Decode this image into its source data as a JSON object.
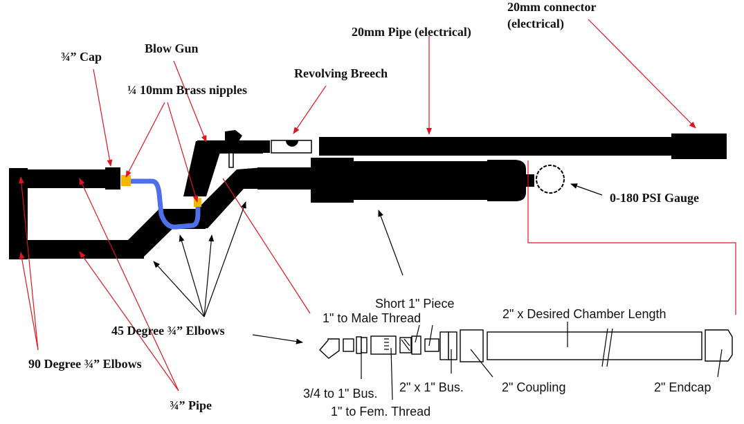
{
  "title": "Pneumatic launcher parts diagram",
  "colors": {
    "pipe": "#000000",
    "hose": "#4f6fe8",
    "nipple": "#f5b800",
    "leader_red": "#e0141e",
    "leader_black": "#000000"
  },
  "labels": {
    "cap": "¾” Cap",
    "blow_gun": "Blow Gun",
    "brass_nipples": "¼ 10mm Brass nipples",
    "revolving_breech": "Revolving Breech",
    "pipe_20mm": "20mm Pipe (electrical)",
    "connector_20mm_line1": "20mm connector",
    "connector_20mm_line2": "(electrical)",
    "gauge": "0-180 PSI Gauge",
    "elbows_45": "45 Degree ¾” Elbows",
    "elbows_90": "90 Degree ¾” Elbows",
    "pipe_34": "¾” Pipe"
  },
  "schematic": {
    "short_piece": "Short 1\" Piece",
    "male_thread": "1\" to Male Thread",
    "chamber": "2\" x Desired Chamber Length",
    "bushing_34": "3/4 to 1\" Bus.",
    "fem_thread": "1\" to Fem. Thread",
    "bushing_2x1": "2\" x 1\" Bus.",
    "coupling": "2\" Coupling",
    "endcap": "2\" Endcap"
  }
}
